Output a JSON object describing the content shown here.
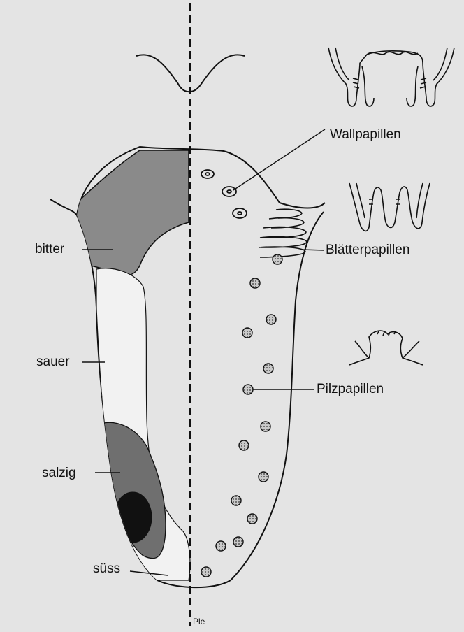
{
  "labels": {
    "wallpapillen": "Wallpapillen",
    "blaetterpapillen": "Blätterpapillen",
    "pilzpapillen": "Pilzpapillen",
    "bitter": "bitter",
    "sauer": "sauer",
    "salzig": "salzig",
    "suess": "süss",
    "bottom": "Ple"
  },
  "colors": {
    "background": "#e4e4e4",
    "ink": "#111111",
    "bitter_zone": "#8a8a8a",
    "sauer_zone": "#f2f2f2",
    "salzig_zone": "#6f6f6f",
    "suess_zone": "#111111",
    "papilla_fill": "#bdbdbd"
  }
}
